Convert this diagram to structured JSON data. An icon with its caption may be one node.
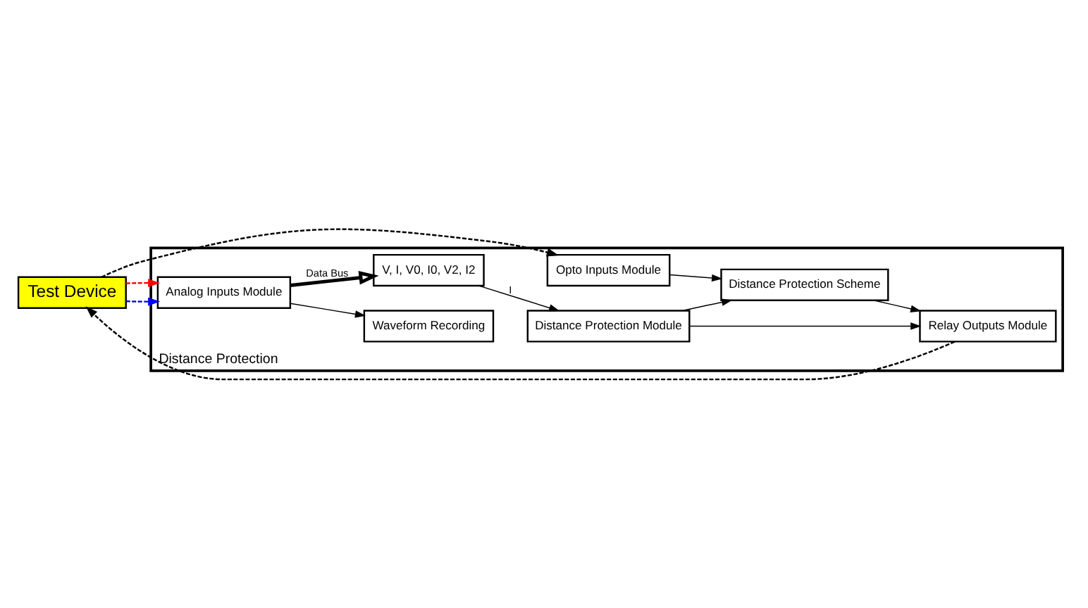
{
  "diagram": {
    "nodes": [
      {
        "text": [
          "Distance Protection"
        ]
      },
      {
        "text": [
          "Test Device"
        ]
      },
      {
        "text": [
          "Waveform Recording"
        ],
        "in": 0
      },
      {
        "text": [
          "Relay Outputs Module"
        ],
        "in": 0
      },
      {
        "text": [
          "Analog Inputs Module"
        ],
        "in": 0
      },
      {
        "text": [
          "V, I, V0, I0, V2, I2"
        ],
        "in": 0
      },
      {
        "text": [
          "Distance Protection Module"
        ],
        "in": 0
      },
      {
        "text": [
          "Opto Inputs Module"
        ],
        "in": 0
      },
      {
        "text": [
          "Distance Protection Scheme"
        ],
        "in": 0
      }
    ],
    "edges": [
      {
        "from": 1,
        "to": 4,
        "arrow": "to",
        "style": "dashed",
        "color": "#0000ff"
      },
      {
        "from": 1,
        "to": 4,
        "arrow": "to",
        "style": "dashed",
        "color": "#ff0000"
      },
      {
        "from": 1,
        "to": 7,
        "arrow": "to",
        "style": "dashed"
      },
      {
        "from": 3,
        "to": 1,
        "arrow": "to",
        "style": "dashed"
      },
      {
        "from": 4,
        "to": 2,
        "arrow": "to"
      },
      {
        "from": 4,
        "to": 5,
        "arrow": "to",
        "label": "Data Bus",
        "style": "thick"
      },
      {
        "from": 5,
        "to": 6,
        "arrow": "to",
        "label": "I"
      },
      {
        "from": 6,
        "to": 3,
        "arrow": "to"
      },
      {
        "from": 6,
        "to": 8,
        "arrow": "to"
      },
      {
        "from": 7,
        "to": 8,
        "arrow": "to"
      },
      {
        "from": 8,
        "to": 3,
        "arrow": "to"
      }
    ]
  }
}
